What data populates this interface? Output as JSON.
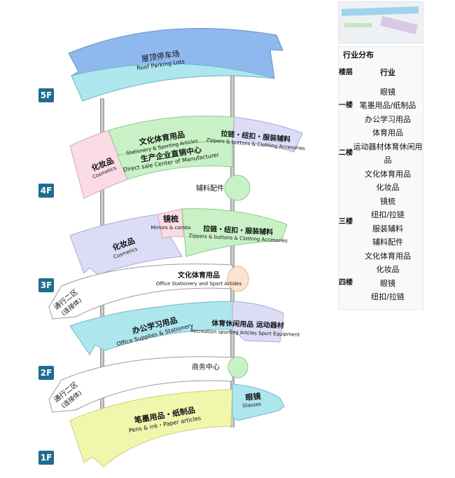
{
  "floors": [
    "5F",
    "4F",
    "3F",
    "2F",
    "1F"
  ],
  "areas": {
    "roof_parking": {
      "cn": "屋顶停车场",
      "en": "Roof Parking Lots"
    },
    "f4_cosmetics": {
      "cn": "化妆品",
      "en": "Cosmetics"
    },
    "f4_culture": {
      "cn": "文化体育用品",
      "en": "Stationery & Sporting Articles"
    },
    "f4_factory": {
      "cn": "生产企业直销中心",
      "en": "Direct sale Center of Manufacturer"
    },
    "f4_zippers": {
      "cn": "拉链・纽扣・服装辅料",
      "en": "Zippers & buttons & Clothing Accesories"
    },
    "f4_accessories": {
      "cn": "辅料配件"
    },
    "f3_cosmetics": {
      "cn": "化妆品",
      "en": "Cosmetics"
    },
    "f3_mirrors": {
      "cn": "镜梳",
      "en": "Mirrors & combs"
    },
    "f3_zippers": {
      "cn": "拉链・纽扣・服装辅料",
      "en": "Zippers & buttons & Clothing Accesories"
    },
    "f3_culture": {
      "cn": "文化体育用品",
      "en": "Office Stationery and Sport Artides"
    },
    "f3_passage": {
      "line1": "通行二区",
      "line2": "(连接体)"
    },
    "f2_office": {
      "cn": "办公学习用品",
      "en": "Office Supplies & Stationery"
    },
    "f2_recreation": {
      "cn": "体育休闲用品 运动器材",
      "en": "Recreation sporting Artcles Sport Equipment"
    },
    "f2_business": {
      "cn": "商务中心"
    },
    "f2_passage": {
      "line1": "通行二区",
      "line2": "(连接体)"
    },
    "f1_pens": {
      "cn": "笔墨用品・纸制品",
      "en": "Pens & ink・Paper articles"
    },
    "f1_glasses": {
      "cn": "眼镜",
      "en": "Glasses"
    }
  },
  "legend": {
    "title": "行业分布",
    "header_floor": "楼层",
    "header_industry": "行业",
    "groups": [
      {
        "floor": "一楼",
        "items": [
          "眼镜",
          "笔墨用品/纸制品",
          "办公学习用品"
        ]
      },
      {
        "floor": "二楼",
        "items": [
          "体育用品",
          "运动器材体育休闲用品",
          "文化体育用品"
        ]
      },
      {
        "floor": "三楼",
        "items": [
          "化妆品",
          "镜梳",
          "纽扣/拉链",
          "服装辅料",
          "辅料配件",
          "文化体育用品"
        ]
      },
      {
        "floor": "四楼",
        "items": [
          "化妆品",
          "眼镜",
          "纽扣/拉链"
        ]
      }
    ]
  },
  "colors": {
    "blue": "#8eb8ee",
    "cyan": "#aee6ee",
    "green": "#c9f1c6",
    "pink": "#fbdbe4",
    "lavender": "#dcdcf6",
    "yellow": "#f0f7ad",
    "peach": "#fbe3cf",
    "badge": "#1f6c8f"
  }
}
